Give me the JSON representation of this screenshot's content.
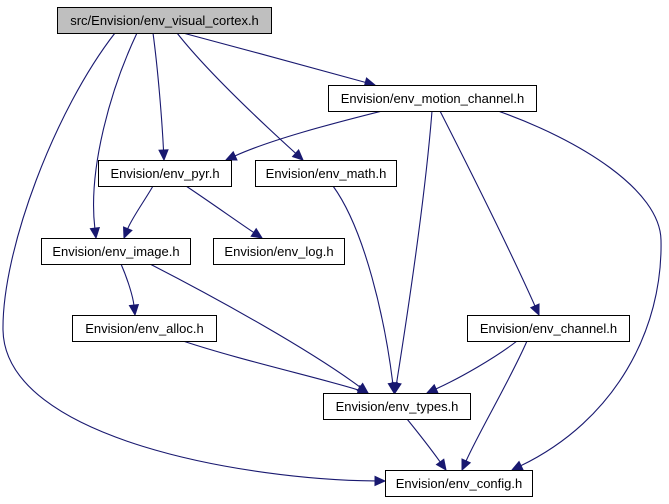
{
  "graph": {
    "edge_color": "#191970",
    "root_fill": "#bfbfbf",
    "nodes": [
      {
        "id": "visual_cortex",
        "label": "src/Envision/env_visual_cortex.h",
        "root": true
      },
      {
        "id": "motion_channel",
        "label": "Envision/env_motion_channel.h"
      },
      {
        "id": "pyr",
        "label": "Envision/env_pyr.h"
      },
      {
        "id": "math",
        "label": "Envision/env_math.h"
      },
      {
        "id": "image",
        "label": "Envision/env_image.h"
      },
      {
        "id": "log",
        "label": "Envision/env_log.h"
      },
      {
        "id": "alloc",
        "label": "Envision/env_alloc.h"
      },
      {
        "id": "channel",
        "label": "Envision/env_channel.h"
      },
      {
        "id": "types",
        "label": "Envision/env_types.h"
      },
      {
        "id": "config",
        "label": "Envision/env_config.h"
      }
    ],
    "edges": [
      {
        "from": "visual_cortex",
        "to": "motion_channel"
      },
      {
        "from": "visual_cortex",
        "to": "pyr"
      },
      {
        "from": "visual_cortex",
        "to": "math"
      },
      {
        "from": "visual_cortex",
        "to": "image"
      },
      {
        "from": "visual_cortex",
        "to": "config"
      },
      {
        "from": "motion_channel",
        "to": "pyr"
      },
      {
        "from": "motion_channel",
        "to": "types"
      },
      {
        "from": "motion_channel",
        "to": "channel"
      },
      {
        "from": "motion_channel",
        "to": "config"
      },
      {
        "from": "pyr",
        "to": "image"
      },
      {
        "from": "pyr",
        "to": "log"
      },
      {
        "from": "math",
        "to": "types"
      },
      {
        "from": "image",
        "to": "alloc"
      },
      {
        "from": "image",
        "to": "types"
      },
      {
        "from": "alloc",
        "to": "types"
      },
      {
        "from": "channel",
        "to": "types"
      },
      {
        "from": "channel",
        "to": "config"
      },
      {
        "from": "types",
        "to": "config"
      }
    ]
  }
}
